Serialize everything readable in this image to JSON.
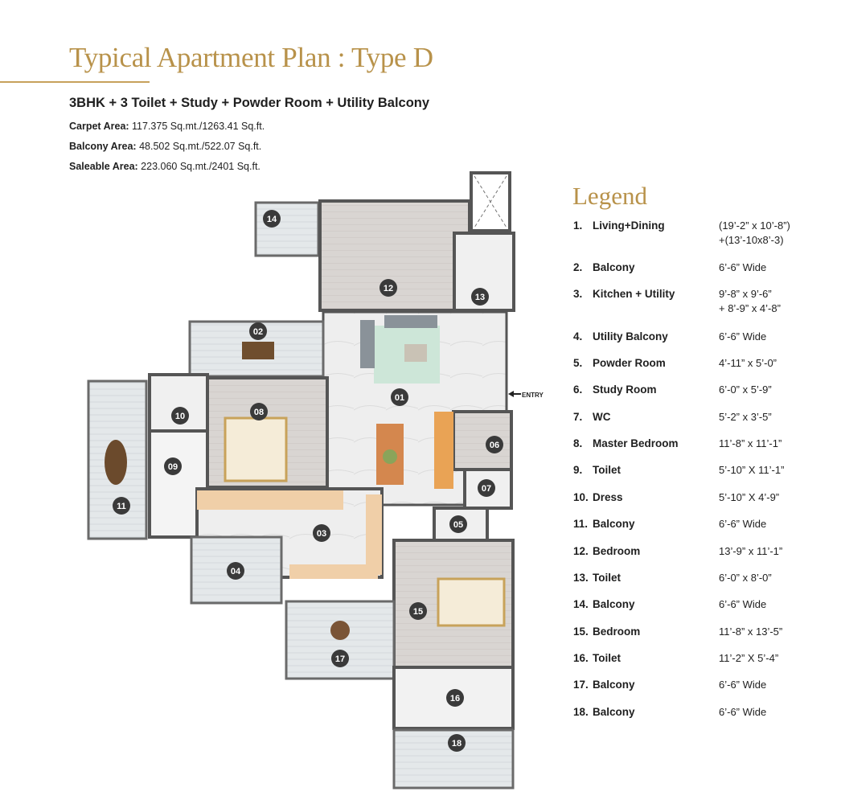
{
  "header": {
    "title": "Typical Apartment Plan : Type D",
    "subtitle": "3BHK + 3 Toilet + Study + Powder Room + Utility Balcony",
    "areas": [
      {
        "label": "Carpet Area:",
        "value": " 117.375 Sq.mt./1263.41 Sq.ft."
      },
      {
        "label": "Balcony Area:",
        "value": " 48.502 Sq.mt./522.07 Sq.ft."
      },
      {
        "label": "Saleable Area:",
        "value": " 223.060 Sq.mt./2401 Sq.ft."
      }
    ]
  },
  "legend": {
    "title": "Legend",
    "items": [
      {
        "num": "1.",
        "name": "Living+Dining",
        "dim": "(19’-2” x 10’-8”)",
        "dim2": "+(13’-10x8’-3)"
      },
      {
        "num": "2.",
        "name": "Balcony",
        "dim": "6’-6” Wide"
      },
      {
        "num": "3.",
        "name": "Kitchen + Utility",
        "dim": "9’-8” x 9’-6”",
        "dim2": "+ 8’-9” x 4’-8”"
      },
      {
        "num": "4.",
        "name": "Utility Balcony",
        "dim": "6’-6”  Wide"
      },
      {
        "num": "5.",
        "name": "Powder Room",
        "dim": "4’-11” x 5’-0”"
      },
      {
        "num": "6.",
        "name": "Study Room",
        "dim": "6’-0” x 5’-9”"
      },
      {
        "num": "7.",
        "name": "WC",
        "dim": "5’-2” x 3’-5”"
      },
      {
        "num": "8.",
        "name": "Master Bedroom",
        "dim": "11’-8” x 11’-1”"
      },
      {
        "num": "9.",
        "name": "Toilet",
        "dim": "5’-10” X 11’-1”"
      },
      {
        "num": "10.",
        "name": "Dress",
        "dim": "5’-10” X 4’-9”"
      },
      {
        "num": "11.",
        "name": "Balcony",
        "dim": "6’-6”  Wide"
      },
      {
        "num": "12.",
        "name": "Bedroom",
        "dim": "13’-9” x 11’-1”"
      },
      {
        "num": "13.",
        "name": "Toilet",
        "dim": "6’-0” x 8’-0”"
      },
      {
        "num": "14.",
        "name": "Balcony",
        "dim": "6’-6”  Wide"
      },
      {
        "num": "15.",
        "name": "Bedroom",
        "dim": "11’-8” x 13’-5”"
      },
      {
        "num": "16.",
        "name": "Toilet",
        "dim": "11’-2” X 5’-4”"
      },
      {
        "num": "17.",
        "name": "Balcony",
        "dim": "6’-6” Wide"
      },
      {
        "num": "18.",
        "name": "Balcony",
        "dim": "6’-6” Wide"
      }
    ]
  },
  "plan": {
    "entry_label": "ENTRY",
    "room_markers": [
      "01",
      "02",
      "03",
      "04",
      "05",
      "06",
      "07",
      "08",
      "09",
      "10",
      "11",
      "12",
      "13",
      "14",
      "15",
      "16",
      "17",
      "18"
    ],
    "colors": {
      "accent_gold": "#b8924a",
      "marker_fill": "#3a3a3a",
      "wall": "#5a5a5a",
      "floor": "#ececec",
      "balcony_floor": "#e7eef0"
    }
  }
}
